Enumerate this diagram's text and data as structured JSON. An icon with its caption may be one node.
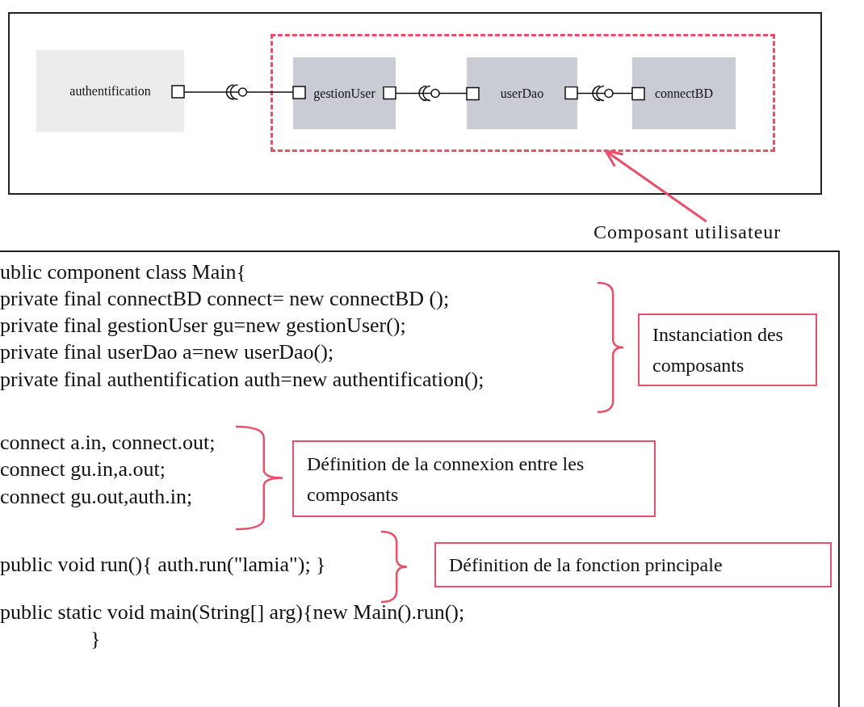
{
  "diagram": {
    "nodes": [
      {
        "text": [
          "authentification"
        ]
      },
      {
        "text": [],
        "shape": "box"
      },
      {
        "text": [
          "gestionUser"
        ],
        "in": 1
      },
      {
        "text": [
          "userDao"
        ],
        "in": 1
      },
      {
        "text": [
          "connectBD"
        ],
        "in": 1
      },
      {
        "text": [
          "Composant utilisateur"
        ]
      },
      {
        "text": [
          "Instanciation des composants"
        ]
      },
      {
        "text": [
          "Définition de la connexion entre les composants"
        ]
      },
      {
        "text": [
          "Définition de la fonction principale"
        ]
      }
    ],
    "edges": [
      {
        "from": 0,
        "to": 2,
        "arrow": "other"
      },
      {
        "from": 2,
        "to": 3,
        "arrow": "other"
      },
      {
        "from": 3,
        "to": 4,
        "arrow": "other"
      },
      {
        "from": 5,
        "to": 1,
        "arrow": "to",
        "color": "#e8506a"
      }
    ],
    "labels": [
      "ublic component class Main{",
      "private final connectBD connect= new connectBD ();",
      "private final gestionUser gu=new gestionUser();",
      "private final userDao a=new userDao();",
      "private final authentification auth=new authentification();",
      "connect a.in, connect.out;",
      "connect gu.in,a.out;",
      "connect gu.out,auth.in;",
      "public void run(){ auth.run(\"lamia\"); }",
      "public static void main(String[] arg){new Main().run();",
      "}"
    ]
  }
}
